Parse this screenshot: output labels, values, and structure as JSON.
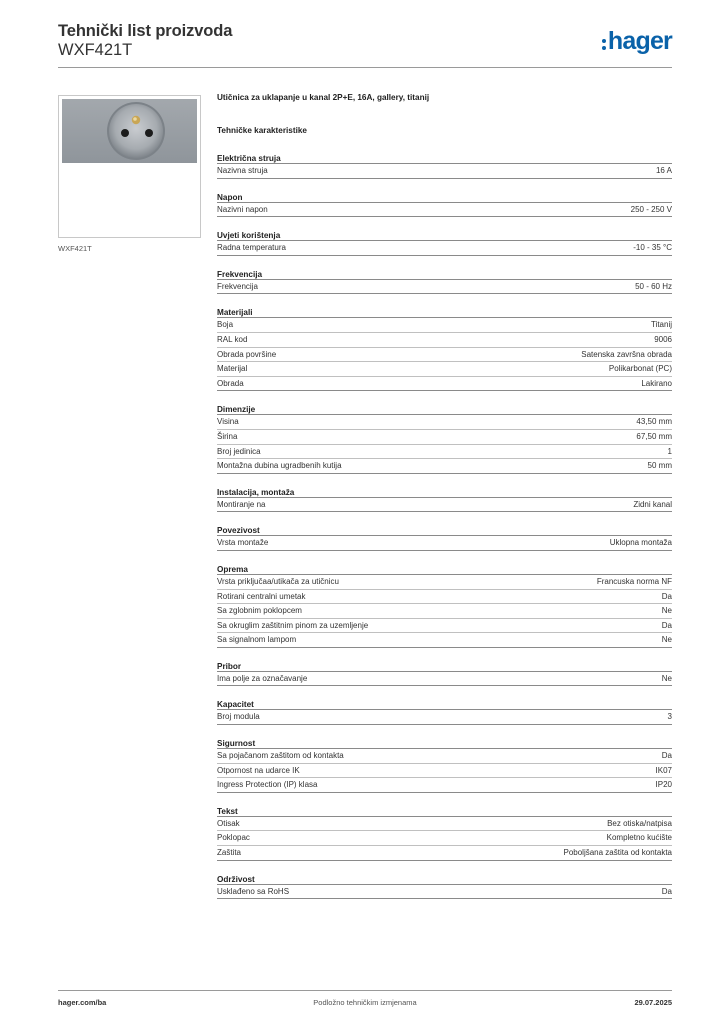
{
  "header": {
    "title": "Tehnički list proizvoda",
    "subtitle": "WXF421T",
    "logo_text": "hager",
    "logo_color": "#0a62a9"
  },
  "image": {
    "caption": "WXF421T",
    "plate_color": "#9aa0a5"
  },
  "product_name": "Utičnica za uklapanje u kanal 2P+E, 16A, gallery, titanij",
  "section_heading": "Tehničke karakteristike",
  "groups": [
    {
      "title": "Električna struja",
      "rows": [
        {
          "label": "Nazivna struja",
          "value": "16 A"
        }
      ]
    },
    {
      "title": "Napon",
      "rows": [
        {
          "label": "Nazivni napon",
          "value": "250 - 250 V"
        }
      ]
    },
    {
      "title": "Uvjeti korištenja",
      "rows": [
        {
          "label": "Radna temperatura",
          "value": "-10 - 35 °C"
        }
      ]
    },
    {
      "title": "Frekvencija",
      "rows": [
        {
          "label": "Frekvencija",
          "value": "50 - 60 Hz"
        }
      ]
    },
    {
      "title": "Materijali",
      "rows": [
        {
          "label": "Boja",
          "value": "Titanij"
        },
        {
          "label": "RAL kod",
          "value": "9006"
        },
        {
          "label": "Obrada površine",
          "value": "Satenska završna obrada"
        },
        {
          "label": "Materijal",
          "value": "Polikarbonat (PC)"
        },
        {
          "label": "Obrada",
          "value": "Lakirano"
        }
      ]
    },
    {
      "title": "Dimenzije",
      "rows": [
        {
          "label": "Visina",
          "value": "43,50 mm"
        },
        {
          "label": "Širina",
          "value": "67,50 mm"
        },
        {
          "label": "Broj jedinica",
          "value": "1"
        },
        {
          "label": "Montažna dubina ugradbenih kutija",
          "value": "50 mm"
        }
      ]
    },
    {
      "title": "Instalacija, montaža",
      "rows": [
        {
          "label": "Montiranje na",
          "value": "Zidni kanal"
        }
      ]
    },
    {
      "title": "Povezivost",
      "rows": [
        {
          "label": "Vrsta montaže",
          "value": "Uklopna montaža"
        }
      ]
    },
    {
      "title": "Oprema",
      "rows": [
        {
          "label": "Vrsta priključaa/utikača za utičnicu",
          "value": "Francuska norma NF"
        },
        {
          "label": "Rotirani centralni umetak",
          "value": "Da"
        },
        {
          "label": "Sa zglobnim poklopcem",
          "value": "Ne"
        },
        {
          "label": "Sa okruglim zaštitnim pinom za uzemljenje",
          "value": "Da"
        },
        {
          "label": "Sa signalnom lampom",
          "value": "Ne"
        }
      ]
    },
    {
      "title": "Pribor",
      "rows": [
        {
          "label": "Ima polje za označavanje",
          "value": "Ne"
        }
      ]
    },
    {
      "title": "Kapacitet",
      "rows": [
        {
          "label": "Broj modula",
          "value": "3"
        }
      ]
    },
    {
      "title": "Sigurnost",
      "rows": [
        {
          "label": "Sa pojačanom zaštitom od kontakta",
          "value": "Da"
        },
        {
          "label": "Otpornost na udarce IK",
          "value": "IK07"
        },
        {
          "label": "Ingress Protection (IP) klasa",
          "value": "IP20"
        }
      ]
    },
    {
      "title": "Tekst",
      "rows": [
        {
          "label": "Otisak",
          "value": "Bez otiska/natpisa"
        },
        {
          "label": "Poklopac",
          "value": "Kompletno kućište"
        },
        {
          "label": "Zaštita",
          "value": "Poboljšana zaštita od kontakta"
        }
      ]
    },
    {
      "title": "Održivost",
      "rows": [
        {
          "label": "Usklađeno sa RoHS",
          "value": "Da"
        }
      ]
    }
  ],
  "footer": {
    "website": "hager.com/ba",
    "note": "Podložno tehničkim izmjenama",
    "date": "29.07.2025"
  }
}
